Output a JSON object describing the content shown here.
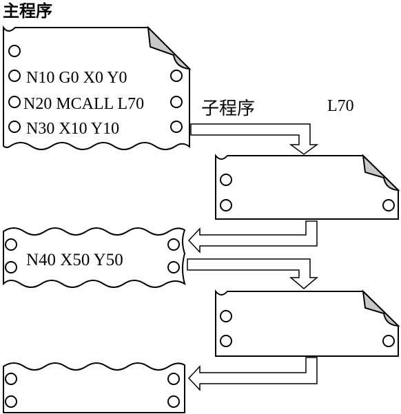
{
  "main_program": {
    "title": "主程序",
    "lines": [
      "N10 G0 X0 Y0",
      "N20 MCALL L70",
      "N30 X10 Y10"
    ]
  },
  "subprogram": {
    "title": "子程序",
    "name": "L70"
  },
  "continuation": {
    "line": "N40 X50 Y50"
  }
}
